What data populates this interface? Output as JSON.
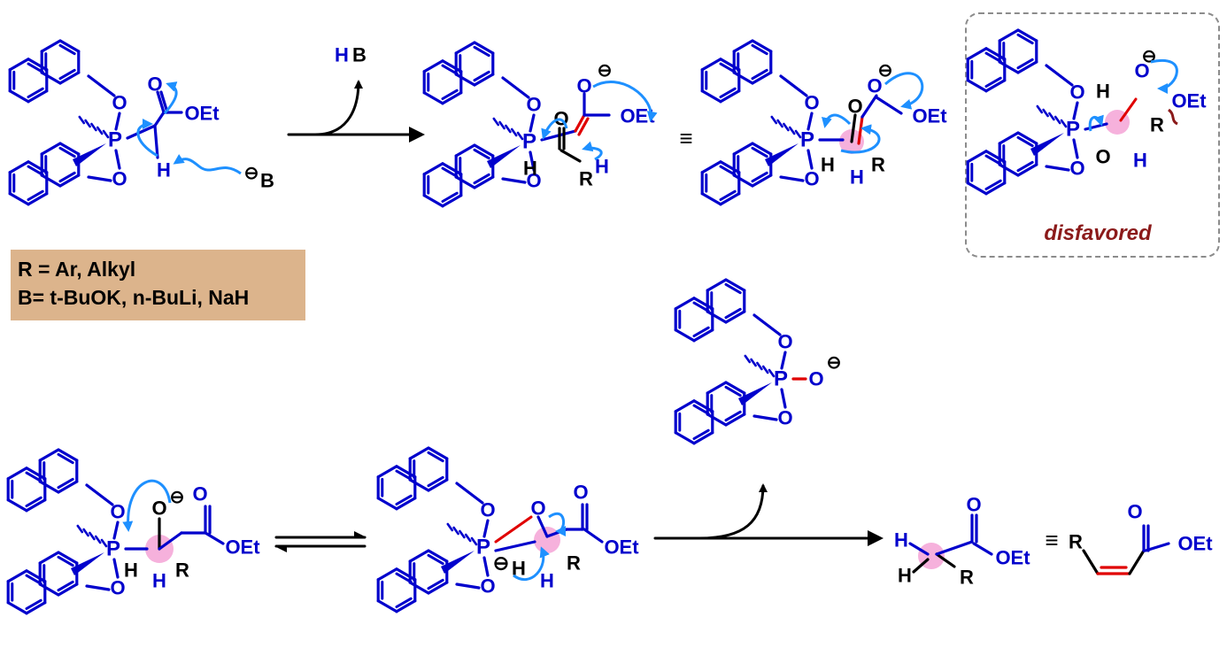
{
  "colors": {
    "scaffold": "#0000cc",
    "arrow": "#1e90ff",
    "bond_red": "#e00000",
    "highlight": "#f4a3d6",
    "condition_box": "#dcb48c",
    "disfavored_text": "#8b1a1a"
  },
  "conditions": {
    "r_def": "R = Ar, Alkyl",
    "b_def": "B= t-BuOK, n-BuLi, NaH"
  },
  "labels": {
    "P": "P",
    "O": "O",
    "OEt": "OEt",
    "H": "H",
    "R": "R",
    "B": "B",
    "HB_H": "H",
    "HB_B": "B",
    "minus": "⊖",
    "equiv": "≡",
    "disfavored": "disfavored"
  }
}
